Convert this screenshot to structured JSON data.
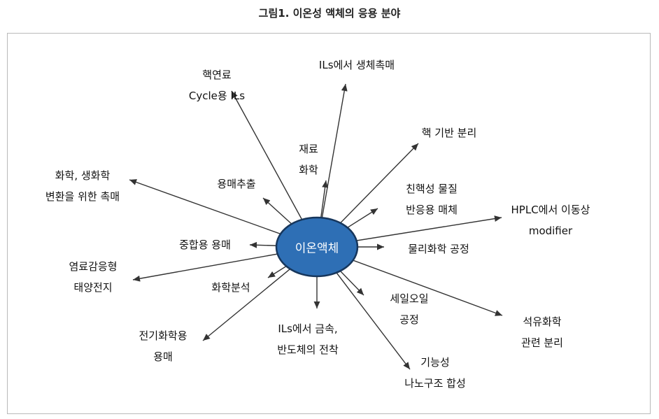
{
  "caption": "그림1. 이온성 액체의 응용 분야",
  "center": {
    "label": "이온액체",
    "fill": "#2e6fb5",
    "stroke": "#16365c"
  },
  "applications": [
    {
      "id": "nuclear-fuel-cycle",
      "lines": [
        "핵연료",
        "Cycle용 ILs"
      ]
    },
    {
      "id": "biocatalyst",
      "lines": [
        "ILs에서 생체촉매"
      ]
    },
    {
      "id": "nuclear-separation",
      "lines": [
        "핵 기반 분리"
      ]
    },
    {
      "id": "materials-chemistry",
      "lines": [
        "재료",
        "화학"
      ]
    },
    {
      "id": "solvent-extraction",
      "lines": [
        "용매추출"
      ]
    },
    {
      "id": "catalyst",
      "lines": [
        "화학, 생화학",
        "변환을 위한 촉매"
      ]
    },
    {
      "id": "affinity-media",
      "lines": [
        "친핵성 물질",
        "반응용 매체"
      ]
    },
    {
      "id": "hplc-modifier",
      "lines": [
        "HPLC에서 이동상",
        "modifier"
      ]
    },
    {
      "id": "polymerization",
      "lines": [
        "중합용 용매"
      ]
    },
    {
      "id": "physical-chemistry",
      "lines": [
        "물리화학 공정"
      ]
    },
    {
      "id": "dye-solar-cell",
      "lines": [
        "염료감응형",
        "태양전지"
      ]
    },
    {
      "id": "chemical-analysis",
      "lines": [
        "화학분석"
      ]
    },
    {
      "id": "shale-oil",
      "lines": [
        "세일오일",
        "공정"
      ]
    },
    {
      "id": "petroleum-separation",
      "lines": [
        "석유화학",
        "관련 분리"
      ]
    },
    {
      "id": "electrochemistry",
      "lines": [
        "전기화학용",
        "용매"
      ]
    },
    {
      "id": "electrodeposition",
      "lines": [
        "ILs에서 금속,",
        "반도체의 전착"
      ]
    },
    {
      "id": "nanostructure",
      "lines": [
        "기능성",
        "나노구조 합성"
      ]
    }
  ]
}
